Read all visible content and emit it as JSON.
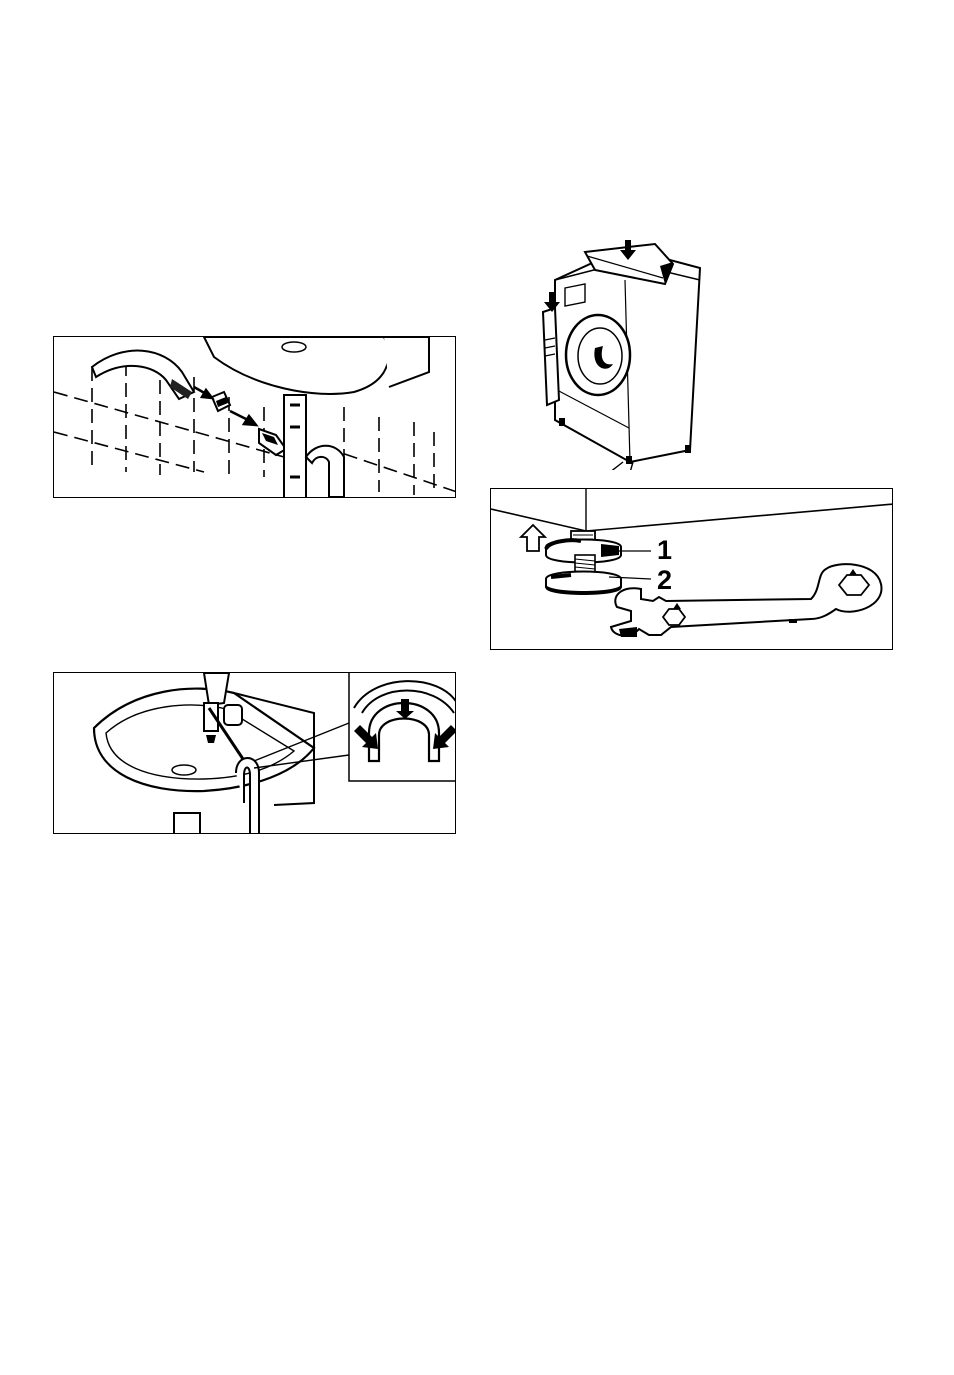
{
  "figures": {
    "hose_connection": {
      "icons": [
        "inlet-hose-icon",
        "hose-nut-icon",
        "tap-adapter-icon",
        "wash-basin-icon",
        "waste-pipe-icon"
      ]
    },
    "drain_hose_basin": {
      "icons": [
        "wash-basin-icon",
        "tap-icon",
        "drain-hose-icon",
        "hose-guide-icon",
        "push-arrow-icon"
      ]
    },
    "washing_machine": {
      "icons": [
        "washing-machine-icon",
        "transit-bracket-icon",
        "down-arrow-icon"
      ]
    },
    "levelling_feet": {
      "callouts": [
        {
          "id": 1,
          "label": "1"
        },
        {
          "id": 2,
          "label": "2"
        }
      ],
      "icons": [
        "adjustable-foot-icon",
        "lock-nut-icon",
        "spanner-icon",
        "rotate-arrow-icon"
      ]
    }
  }
}
